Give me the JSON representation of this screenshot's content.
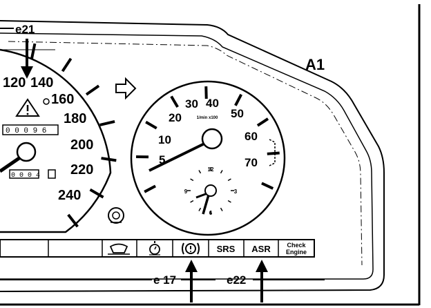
{
  "callouts": {
    "e21": "e21",
    "a1": "A1",
    "e17": "e 17",
    "e22": "e22"
  },
  "speedometer": {
    "labels": [
      "120",
      "140",
      "160",
      "180",
      "200",
      "220",
      "240"
    ],
    "odometer": "0 0 0 9 6",
    "trip": "0 0 0 4"
  },
  "rev_counter": {
    "labels": [
      "5",
      "10",
      "20",
      "30",
      "40",
      "50",
      "60",
      "70"
    ],
    "unit": "1/min x100",
    "clock_labels": [
      "12",
      "3",
      "6",
      "9"
    ]
  },
  "indicators": [
    {
      "label": "",
      "icon": "washer-fluid-icon"
    },
    {
      "label": "",
      "icon": "stopwatch-icon"
    },
    {
      "label": "",
      "icon": "brake-warning-icon"
    },
    {
      "label": "SRS",
      "icon": ""
    },
    {
      "label": "ASR",
      "icon": ""
    },
    {
      "label": "Check\nEngine",
      "icon": ""
    }
  ],
  "check_engine_lines": [
    "Check",
    "Engine"
  ]
}
